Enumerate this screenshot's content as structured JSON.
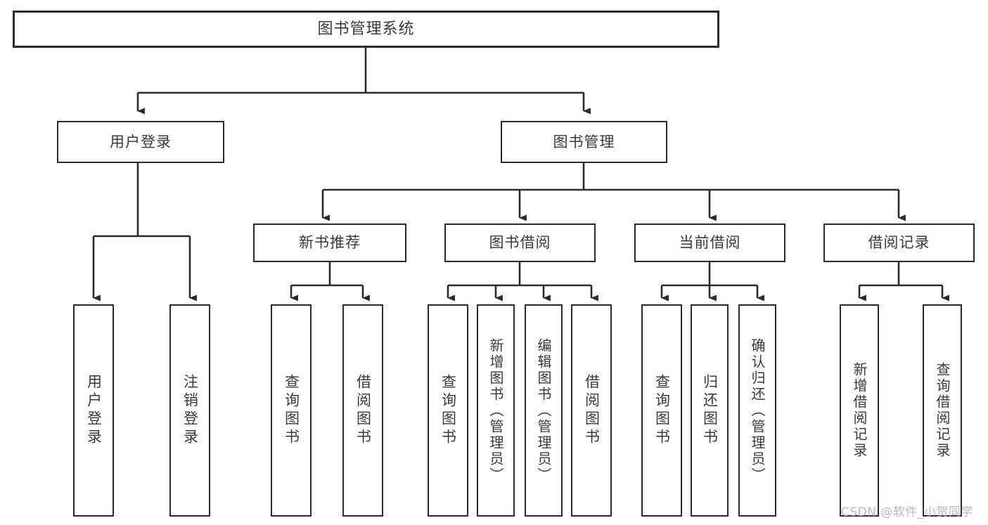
{
  "diagram": {
    "title": "图书管理系统",
    "watermark": "CSDN @软件_小贺同学",
    "line_color": "#2b2b2b",
    "text_color": "#3a3a3a",
    "background_color": "#ffffff",
    "root": {
      "id": "root",
      "label": "图书管理系统"
    },
    "level2": [
      {
        "id": "user-login",
        "label": "用户登录"
      },
      {
        "id": "book-manage",
        "label": "图书管理"
      }
    ],
    "level3": [
      {
        "id": "new-book-rec",
        "label": "新书推荐",
        "parent": "book-manage"
      },
      {
        "id": "book-borrow",
        "label": "图书借阅",
        "parent": "book-manage"
      },
      {
        "id": "current-borrow",
        "label": "当前借阅",
        "parent": "book-manage"
      },
      {
        "id": "borrow-record",
        "label": "借阅记录",
        "parent": "book-manage"
      }
    ],
    "leaves": [
      {
        "id": "leaf-user-login",
        "label": "用户登录",
        "parent": "user-login"
      },
      {
        "id": "leaf-logout",
        "label": "注销登录",
        "parent": "user-login"
      },
      {
        "id": "leaf-query-book-1",
        "label": "查询图书",
        "parent": "new-book-rec"
      },
      {
        "id": "leaf-borrow-book-1",
        "label": "借阅图书",
        "parent": "new-book-rec"
      },
      {
        "id": "leaf-query-book-2",
        "label": "查询图书",
        "parent": "book-borrow"
      },
      {
        "id": "leaf-add-book",
        "label": "新增图书（管理员）",
        "parent": "book-borrow"
      },
      {
        "id": "leaf-edit-book",
        "label": "编辑图书（管理员）",
        "parent": "book-borrow"
      },
      {
        "id": "leaf-borrow-book-2",
        "label": "借阅图书",
        "parent": "book-borrow"
      },
      {
        "id": "leaf-query-book-3",
        "label": "查询图书",
        "parent": "current-borrow"
      },
      {
        "id": "leaf-return-book",
        "label": "归还图书",
        "parent": "current-borrow"
      },
      {
        "id": "leaf-confirm-return",
        "label": "确认归还（管理员）",
        "parent": "current-borrow"
      },
      {
        "id": "leaf-add-record",
        "label": "新增借阅记录",
        "parent": "borrow-record"
      },
      {
        "id": "leaf-query-record",
        "label": "查询借阅记录",
        "parent": "borrow-record"
      }
    ]
  }
}
